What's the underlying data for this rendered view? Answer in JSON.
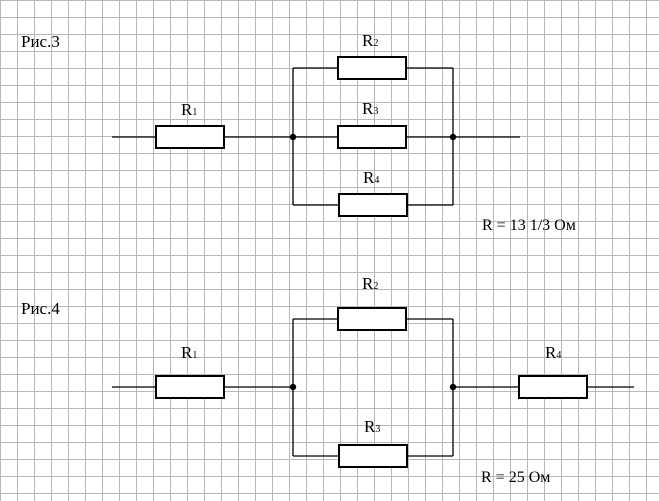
{
  "figure3": {
    "caption": "Рис.3",
    "resistors": [
      {
        "letter": "R",
        "index": "1"
      },
      {
        "letter": "R",
        "index": "2"
      },
      {
        "letter": "R",
        "index": "3"
      },
      {
        "letter": "R",
        "index": "4"
      }
    ],
    "result": "R = 13 1/3  Ом"
  },
  "figure4": {
    "caption": "Рис.4",
    "resistors": [
      {
        "letter": "R",
        "index": "1"
      },
      {
        "letter": "R",
        "index": "2"
      },
      {
        "letter": "R",
        "index": "3"
      },
      {
        "letter": "R",
        "index": "4"
      }
    ],
    "result": "R = 25 Ом"
  },
  "colors": {
    "grid": "#b8b8b8",
    "ink": "#000000",
    "background": "#ffffff"
  }
}
